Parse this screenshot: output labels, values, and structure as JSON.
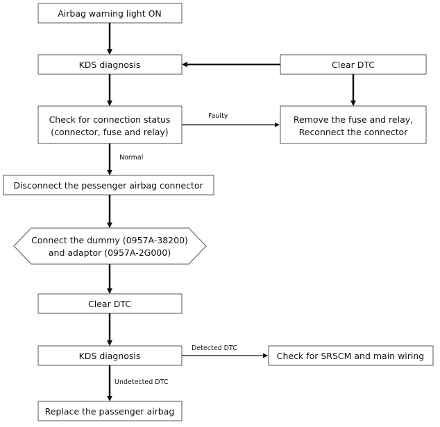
{
  "nodes": {
    "start": "Airbag warning light ON",
    "kds1": "KDS diagnosis",
    "clear_dtc_top": "Clear DTC",
    "check_connection_line1": "Check for connection status",
    "check_connection_line2": "(connector, fuse and relay)",
    "remove_fuse_line1": "Remove the fuse and relay,",
    "remove_fuse_line2": "Reconnect the connector",
    "disconnect": "Disconnect the pessenger airbag connector",
    "connect_dummy_line1": "Connect the dummy (0957A-38200)",
    "connect_dummy_line2": "and adaptor (0957A-2G000)",
    "clear_dtc_mid": "Clear DTC",
    "kds2": "KDS diagnosis",
    "check_srscm": "Check for SRSCM and main wiring",
    "replace": "Replace the passenger airbag"
  },
  "edges": {
    "faulty": "Faulty",
    "normal": "Normal",
    "detected": "Detected DTC",
    "undetected": "Undetected DTC"
  }
}
